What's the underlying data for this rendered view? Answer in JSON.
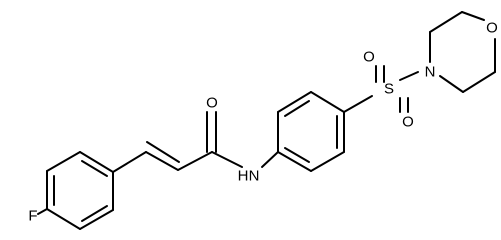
{
  "atoms": {
    "fluorine": "F",
    "amide_nitrogen_h": "H",
    "amide_nitrogen": "N",
    "carbonyl_oxygen": "O",
    "sulfur": "S",
    "sulfonyl_oxygen_top": "O",
    "sulfonyl_oxygen_bottom": "O",
    "morpholine_nitrogen": "N",
    "morpholine_oxygen": "O"
  },
  "colors": {
    "bond": "#000000",
    "label": "#000000",
    "background": "#ffffff"
  }
}
